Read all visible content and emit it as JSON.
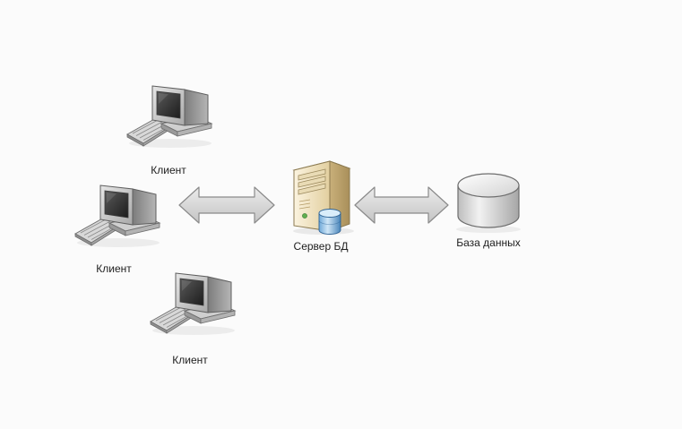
{
  "nodes": {
    "client_1": {
      "label": "Клиент",
      "icon": "workstation-icon"
    },
    "client_2": {
      "label": "Клиент",
      "icon": "workstation-icon"
    },
    "client_3": {
      "label": "Клиент",
      "icon": "workstation-icon"
    },
    "db_server": {
      "label": "Сервер БД",
      "icon": "database-server-icon"
    },
    "database": {
      "label": "База данных",
      "icon": "database-cylinder-icon"
    }
  },
  "links": [
    {
      "from": "clients",
      "to": "db_server",
      "style": "double-arrow"
    },
    {
      "from": "db_server",
      "to": "database",
      "style": "double-arrow"
    }
  ],
  "colors": {
    "background": "#fbfbfb",
    "arrow_fill": "#d4d4d4",
    "arrow_stroke": "#8a8a8a",
    "computer_body": "#c9c9c9",
    "server_body": "#efe2c4",
    "database_fill": "#d9d9d9"
  }
}
